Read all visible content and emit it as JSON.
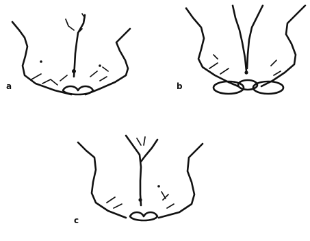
{
  "panels": [
    {
      "label": "a"
    },
    {
      "label": "b"
    },
    {
      "label": "c"
    }
  ],
  "caption": "",
  "colors": {
    "ink": "#111111",
    "paper": "#ffffff"
  }
}
